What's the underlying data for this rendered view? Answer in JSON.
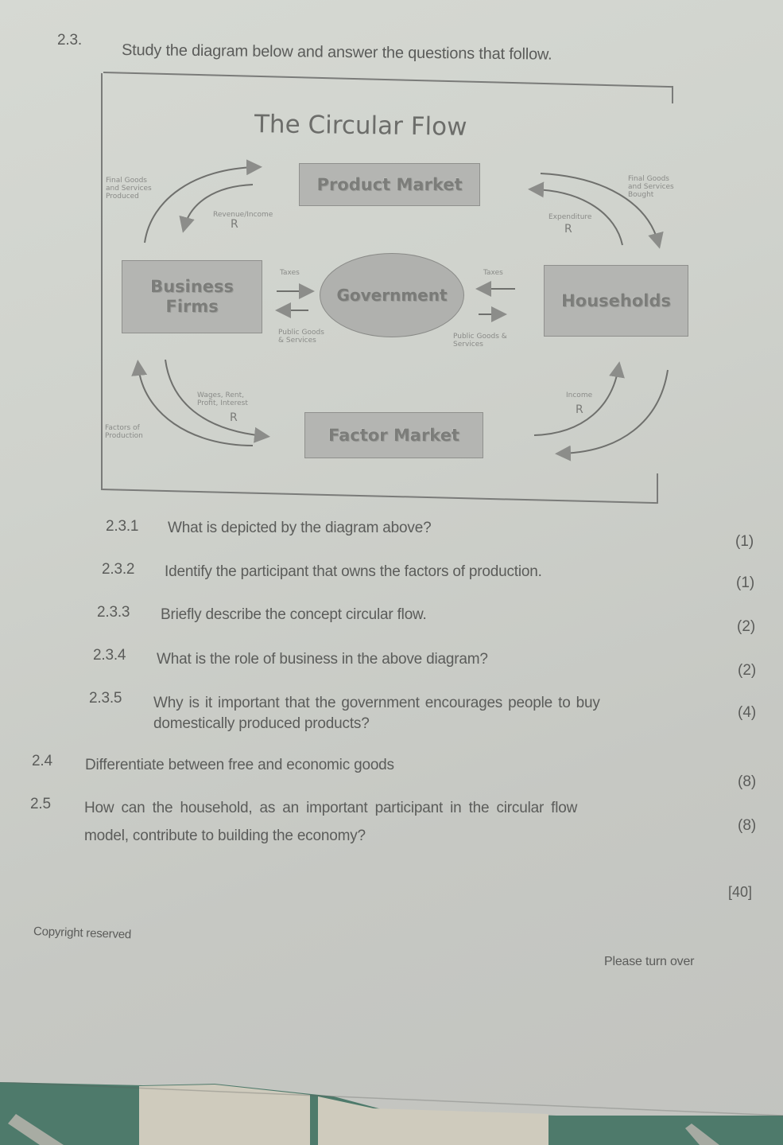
{
  "section": {
    "number": "2.3.",
    "instruction": "Study the diagram below and answer the questions that follow."
  },
  "diagram": {
    "title": "The Circular Flow",
    "nodes": {
      "product_market": "Product Market",
      "business_firms_line1": "Business",
      "business_firms_line2": "Firms",
      "government": "Government",
      "households": "Households",
      "factor_market": "Factor Market"
    },
    "flows": {
      "final_goods_produced": [
        "Final Goods",
        "and Services",
        "Produced"
      ],
      "revenue_income": "Revenue/Income",
      "revenue_r": "R",
      "final_goods_bought": [
        "Final Goods",
        "and Services",
        "Bought"
      ],
      "expenditure": "Expenditure",
      "expenditure_r": "R",
      "taxes_left": "Taxes",
      "taxes_right": "Taxes",
      "public_goods_left": [
        "Public Goods",
        "& Services"
      ],
      "public_goods_right": [
        "Public Goods &",
        "Services"
      ],
      "wages": [
        "Wages, Rent,",
        "Profit, Interest"
      ],
      "wages_r": "R",
      "factors_of_production": [
        "Factors of",
        "Production"
      ],
      "income": "Income",
      "income_r": "R"
    }
  },
  "questions": [
    {
      "number": "2.3.1",
      "text": "What is depicted by the diagram above?",
      "marks": "(1)"
    },
    {
      "number": "2.3.2",
      "text": "Identify the participant that owns the factors of production.",
      "marks": "(1)"
    },
    {
      "number": "2.3.3",
      "text": "Briefly describe the concept circular flow.",
      "marks": "(2)"
    },
    {
      "number": "2.3.4",
      "text": "What is the role of business in the above diagram?",
      "marks": "(2)"
    },
    {
      "number": "2.3.5",
      "text_line1": "Why is it important that the government encourages people to buy",
      "text_line2": "domestically produced products?",
      "marks": "(4)"
    },
    {
      "number": "2.4",
      "text": "Differentiate between free and economic goods",
      "marks": "(8)"
    },
    {
      "number": "2.5",
      "text_line1": "How can the household, as an important participant in the circular flow",
      "text_line2": "model, contribute to building the economy?",
      "marks": "(8)"
    }
  ],
  "total": "[40]",
  "footer": {
    "copyright": "Copyright reserved",
    "turn_over": "Please turn over"
  },
  "colors": {
    "paper": "#d2d5cf",
    "box_fill": "#b4b5b2",
    "text": "#5b5c5a",
    "tablecloth_green": "#4d7a6a"
  }
}
